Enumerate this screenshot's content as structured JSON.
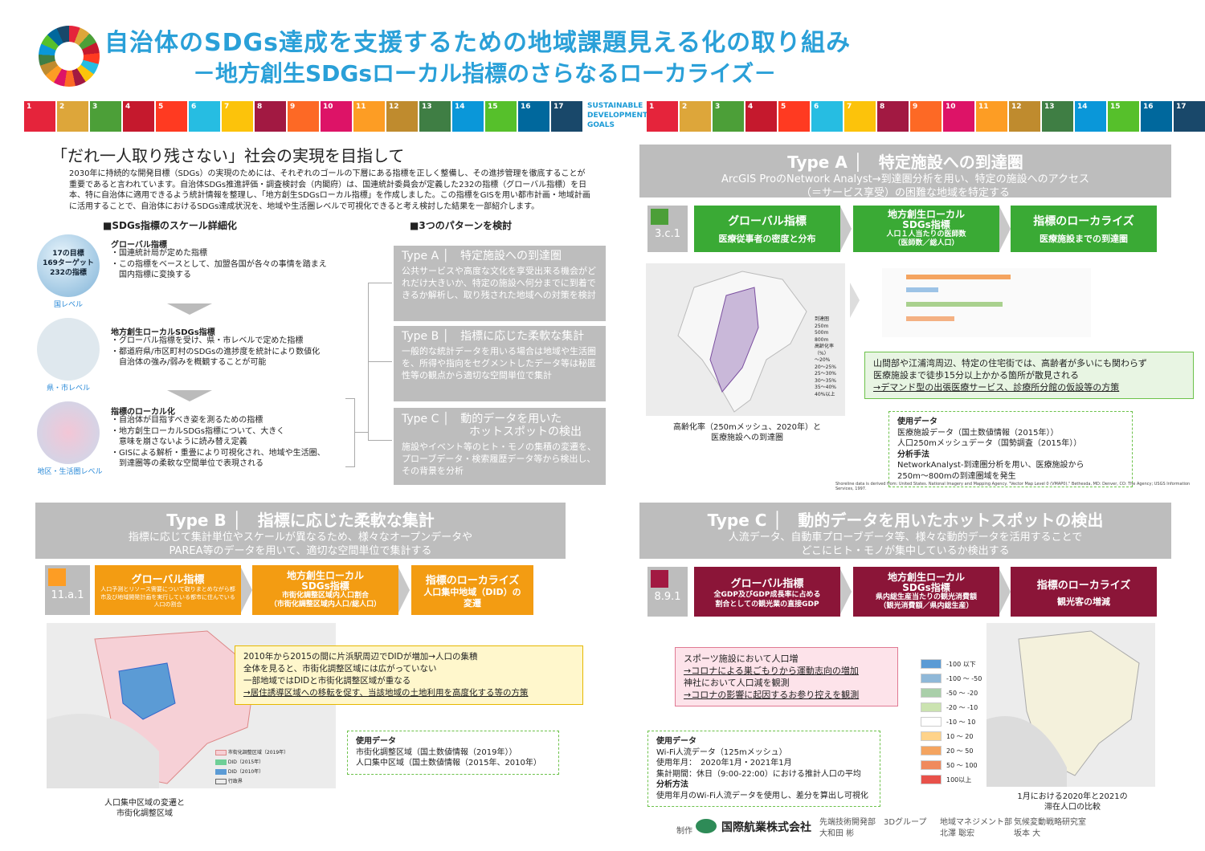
{
  "header": {
    "title": "自治体のSDGs達成を支援するための地域課題見える化の取り組み",
    "subtitle": "－地方創生SDGsローカル指標のさらなるローカライズ－"
  },
  "sdg_goals": [
    {
      "num": "1",
      "color": "#e5243b"
    },
    {
      "num": "2",
      "color": "#dda63a"
    },
    {
      "num": "3",
      "color": "#4c9f38"
    },
    {
      "num": "4",
      "color": "#c5192d"
    },
    {
      "num": "5",
      "color": "#ff3a21"
    },
    {
      "num": "6",
      "color": "#26bde2"
    },
    {
      "num": "7",
      "color": "#fcc30b"
    },
    {
      "num": "8",
      "color": "#a21942"
    },
    {
      "num": "9",
      "color": "#fd6925"
    },
    {
      "num": "10",
      "color": "#dd1367"
    },
    {
      "num": "11",
      "color": "#fd9d24"
    },
    {
      "num": "12",
      "color": "#bf8b2e"
    },
    {
      "num": "13",
      "color": "#3f7e44"
    },
    {
      "num": "14",
      "color": "#0a97d9"
    },
    {
      "num": "15",
      "color": "#56c02b"
    },
    {
      "num": "16",
      "color": "#00689d"
    },
    {
      "num": "17",
      "color": "#19486a"
    }
  ],
  "sdg_logo_text": [
    "SUSTAINABLE",
    "DEVELOPMENT",
    "GOALS"
  ],
  "left": {
    "mission": "「だれ一人取り残さない」社会の実現を目指して",
    "intro": "2030年に持続的な開発目標（SDGs）の実現のためには、それぞれのゴールの下層にある指標を正しく整備し、その進捗管理を徹底することが重要であると言われています。自治体SDGs推進評価・調査検討会（内閣府）は、国連統計委員会が定義した232の指標（グローバル指標）を日本、特に自治体に適用できるよう統計情報を整理し、「地方創生SDGsローカル指標」を作成しました。この指標をGISを用い都市計画・地域計画に活用することで、自治体におけるSDGs達成状況を、地域や生活圏レベルで可視化できると考え検討した結果を一部紹介します。",
    "scale_heading": "■SDGs指標のスケール詳細化",
    "pattern_heading": "■3つのパターンを検討",
    "globe_text": [
      "17の目標",
      "169ターゲット",
      "232の指標"
    ],
    "levels": [
      {
        "caption": "国レベル",
        "title": "グローバル指標",
        "lines": [
          "・国連統計局が定めた指標",
          "・この指標をベースとして、加盟各国が各々の事情を踏まえ",
          "　国内指標に変換する"
        ]
      },
      {
        "caption": "県・市レベル",
        "title": "地方創生ローカルSDGs指標",
        "lines": [
          "・グローバル指標を受け、県・市レベルで定めた指標",
          "・都道府県/市区町村のSDGsの進捗度を統計により数値化",
          "　自治体の強み/弱みを概観することが可能"
        ]
      },
      {
        "caption": "地区・生活圏レベル",
        "title": "指標のローカル化",
        "lines": [
          "・自治体が目指すべき姿を測るための指標",
          "・地方創生ローカルSDGs指標について、大きく",
          "　意味を崩さないように読み替え定義",
          "・GISによる解析・重畳により可視化され、地域や生活圏、",
          "　到達圏等の柔軟な空間単位で表現される"
        ]
      }
    ],
    "patterns": [
      {
        "title": "Type A │　特定施設への到達圏",
        "text": "公共サービスや高度な文化を享受出来る機会がどれだけ大きいか、特定の施設へ何分までに到着できるか解析し、取り残された地域への対策を検討"
      },
      {
        "title": "Type B │　指標に応じた柔軟な集計",
        "text": "一般的な統計データを用いる場合は地域や生活圏を、所得や指向をセグメントしたデータ等は秘匿性等の観点から適切な空間単位で集計"
      },
      {
        "title": "Type C │　動的データを用いた\n　　　　　　ホットスポットの検出",
        "text": "施設やイベント等のヒト・モノの集積の変遷を、プローブデータ・検索履歴データ等から検出し、その背景を分析"
      }
    ]
  },
  "typeA": {
    "title": "Type A │　特定施設への到達圏",
    "sub1": "ArcGIS ProのNetwork Analyst→到達圏分析を用い、特定の施設へのアクセス",
    "sub2": "（＝サービス享受）の困難な地域を特定する",
    "code": "3.c.1",
    "step1_t": "グローバル指標",
    "step1_s": "医療従事者の密度と分布",
    "step2_t": "地方創生ローカル\nSDGs指標",
    "step2_s": "人口１人当たりの医師数\n（医師数／総人口）",
    "step3_t": "指標のローカライズ",
    "step3_s": "医療施設までの到達圏",
    "map_caption": "高齢化率（250mメッシュ、2020年）と\n医療施設への到達圏",
    "legend_title": "到達圏",
    "legend": [
      "250m",
      "500m",
      "800m",
      "高齢化率（%）",
      "～20%",
      "20～25%",
      "25～30%",
      "30～35%",
      "35～40%",
      "40%以上"
    ],
    "note": [
      "山間部や江浦湾周辺、特定の住宅街では、高齢者が多いにも関わらず",
      "医療施設まで徒歩15分以上かかる箇所が散見される",
      "→デマンド型の出張医療サービス、診療所分館の仮設等の方策"
    ],
    "data_title": "使用データ",
    "data_lines": [
      "医療施設データ（国土数値情報（2015年））",
      "人口250mメッシュデータ（国勢調査（2015年））"
    ],
    "method_title": "分析手法",
    "method_lines": [
      "NetworkAnalyst-到達圏分析を用い、医療施設から",
      "250m～800mの到達圏域を発生"
    ],
    "shoreline": "Shoreline data is derived from: United States. National Imagery and Mapping Agency. \"Vector Map Level 0 (VMAP0).\" Bethesda, MD: Denver, CO: The Agency; USGS Information Services, 1997."
  },
  "typeB": {
    "title": "Type B │　指標に応じた柔軟な集計",
    "sub1": "指標に応じて集計単位やスケールが異なるため、様々なオープンデータや",
    "sub2": "PAREA等のデータを用いて、適切な空間単位で集計する",
    "code": "11.a.1",
    "step1_t": "グローバル指標",
    "step1_s": "人口予測とリソース需要について取りまとめながら都市及び地域開発計画を実行している都市に住んでいる人口の割合",
    "step2_t": "地方創生ローカル\nSDGs指標",
    "step2_s": "市街化調整区域内人口割合\n（市街化調整区域内人口/総人口）",
    "step3_t": "指標のローカライズ",
    "step3_s": "人口集中地域（DID）の\n変遷",
    "note": [
      "2010年から2015の間に片浜駅周辺でDIDが増加→人口の集積",
      "全体を見ると、市街化調整区域には広がっていない",
      "一部地域ではDIDと市街化調整区域が重なる",
      "→居住誘導区域への移転を促す、当該地域の土地利用を高度化する等の方策"
    ],
    "legend": [
      "市街化調整区域（2019年）",
      "DID（2015年）",
      "DID（2010年）",
      "行政界"
    ],
    "data_title": "使用データ",
    "data_lines": [
      "市街化調整区域（国土数値情報（2019年））",
      "人口集中区域（国土数値情報（2015年、2010年）"
    ],
    "map_caption": "人口集中区域の変遷と\n市街化調整区域"
  },
  "typeC": {
    "title": "Type C │　動的データを用いたホットスポットの検出",
    "sub1": "人流データ、自動車プローブデータ等、様々な動的データを活用することで",
    "sub2": "どこにヒト・モノが集中しているか検出する",
    "code": "8.9.1",
    "step1_t": "グローバル指標",
    "step1_s": "全GDP及びGDP成長率に占める\n割合としての観光業の直接GDP",
    "step2_t": "地方創生ローカル\nSDGs指標",
    "step2_s": "県内総生産当たりの観光消費額\n（観光消費額／県内総生産）",
    "step3_t": "指標のローカライズ",
    "step3_s": "観光客の増減",
    "note": [
      "スポーツ施設において人口増",
      "→コロナによる巣ごもりから運動志向の増加",
      "神社において人口減を観測",
      "→コロナの影響に起因するお参り控えを観測"
    ],
    "data_title": "使用データ",
    "data_lines": [
      "Wi-Fi人流データ（125mメッシュ）",
      "使用年月：　2020年1月・2021年1月",
      "集計期間：休日（9:00-22:00）における推計人口の平均"
    ],
    "method_title": "分析方法",
    "method_lines": [
      "使用年月のWi-Fi人流データを使用し、差分を算出し可視化"
    ],
    "legend": [
      {
        "label": "-100 以下",
        "color": "#5b9bd5"
      },
      {
        "label": "-100 ～ -50",
        "color": "#8fb8d8"
      },
      {
        "label": "-50 ～ -20",
        "color": "#a9cfa9"
      },
      {
        "label": "-20 ～ -10",
        "color": "#cbe3b0"
      },
      {
        "label": "-10 ～ 10",
        "color": "#ffffff"
      },
      {
        "label": "10 ～ 20",
        "color": "#ffd38a"
      },
      {
        "label": "20 ～ 50",
        "color": "#f4a460"
      },
      {
        "label": "50 ～ 100",
        "color": "#f08a5d"
      },
      {
        "label": "100以上",
        "color": "#e8514a"
      }
    ],
    "map_caption": "1月における2020年と2021の\n滞在人口の比較"
  },
  "footer": {
    "made_by": "制作",
    "company": "国際航業株式会社",
    "dept1": "先端技術開発部　3Dグループ",
    "person1": "大和田 彬",
    "dept2": "地域マネジメント部",
    "person2": "北澤 聡宏",
    "dept3": "気候変動戦略研究室",
    "person3": "坂本 大"
  }
}
